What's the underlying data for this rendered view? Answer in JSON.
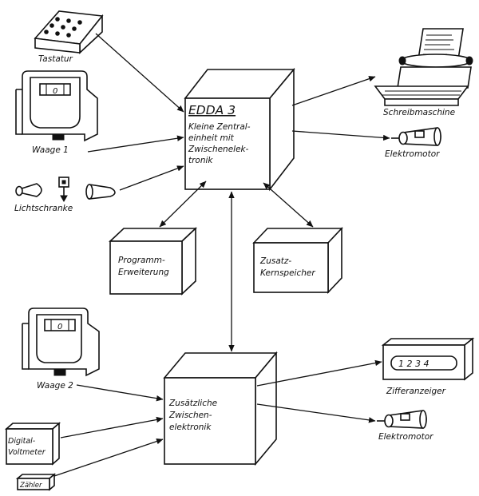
{
  "central_unit": {
    "title": "EDDA 3",
    "lines": [
      "Kleine Zentral-",
      "einheit mit",
      "Zwischenelek-",
      "tronik"
    ]
  },
  "secondary_unit": {
    "lines": [
      "Zusätzliche",
      "Zwischen-",
      "elektronik"
    ]
  },
  "program_box": {
    "lines": [
      "Programm-",
      "Erweiterung"
    ]
  },
  "memory_box": {
    "lines": [
      "Zusatz-",
      "Kernspeicher"
    ]
  },
  "labels": {
    "keyboard": "Tastatur",
    "scale1": "Waage 1",
    "scale1_display": "0",
    "light_barrier": "Lichtschranke",
    "typewriter": "Schreibmaschine",
    "motor1": "Elektromotor",
    "scale2": "Waage 2",
    "scale2_display": "0",
    "digit_display_readout": "1 2 3 4",
    "digit_display": "Zifferanzeiger",
    "motor2": "Elektromotor",
    "voltmeter_line1": "Digital-",
    "voltmeter_line2": "Voltmeter",
    "counter": "Zähler"
  }
}
